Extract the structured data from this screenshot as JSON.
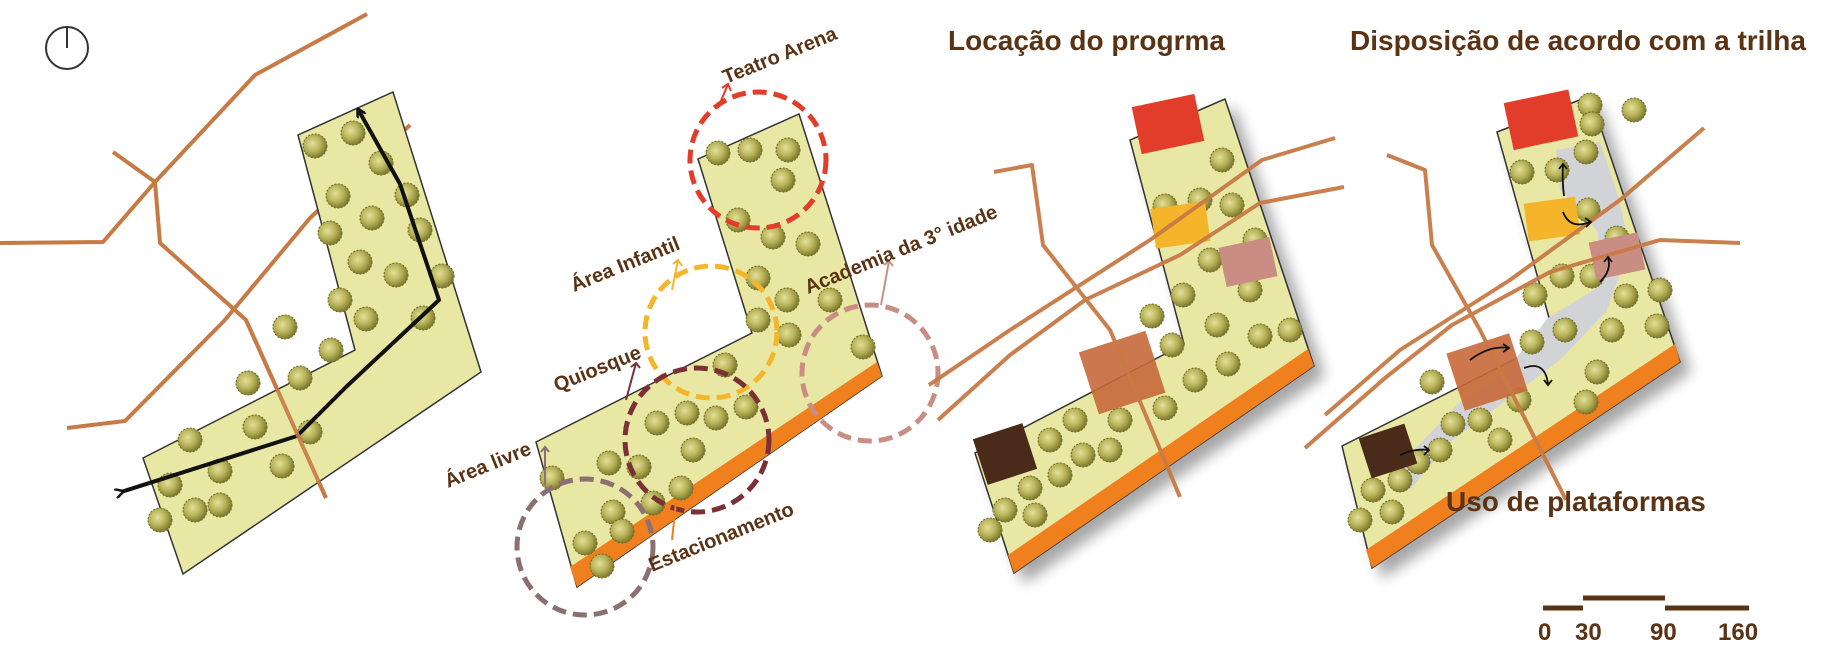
{
  "titles": {
    "program_location": "Locação do progrma",
    "trail_layout": "Disposição de acordo com a trilha"
  },
  "labels": {
    "teatro_arena": "Teatro Arena",
    "area_infantil": "Área Infantil",
    "academia": "Academia da 3° idade",
    "quiosque": "Quiosque",
    "area_livre": "Área livre",
    "estacionamento": "Estacionamento",
    "plataformas": "Uso de plataformas"
  },
  "scale_bar": {
    "ticks": [
      "0",
      "30",
      "90",
      "160"
    ]
  },
  "icons": {
    "north": "north-arrow-icon",
    "tree": "tree-icon"
  },
  "colors": {
    "site": "#e9e7a4",
    "path": "#c87a45",
    "parking": "#f07f1e",
    "teatro": "#e23c2a",
    "infantil": "#f4b52b",
    "academia": "#c98d84",
    "quiosque": "#7a3035",
    "area_livre": "#8a7070",
    "kiosk_block": "#c6683a",
    "dark_block": "#4a2a18",
    "platform": "#d2d3d6",
    "text": "#5a3314"
  }
}
